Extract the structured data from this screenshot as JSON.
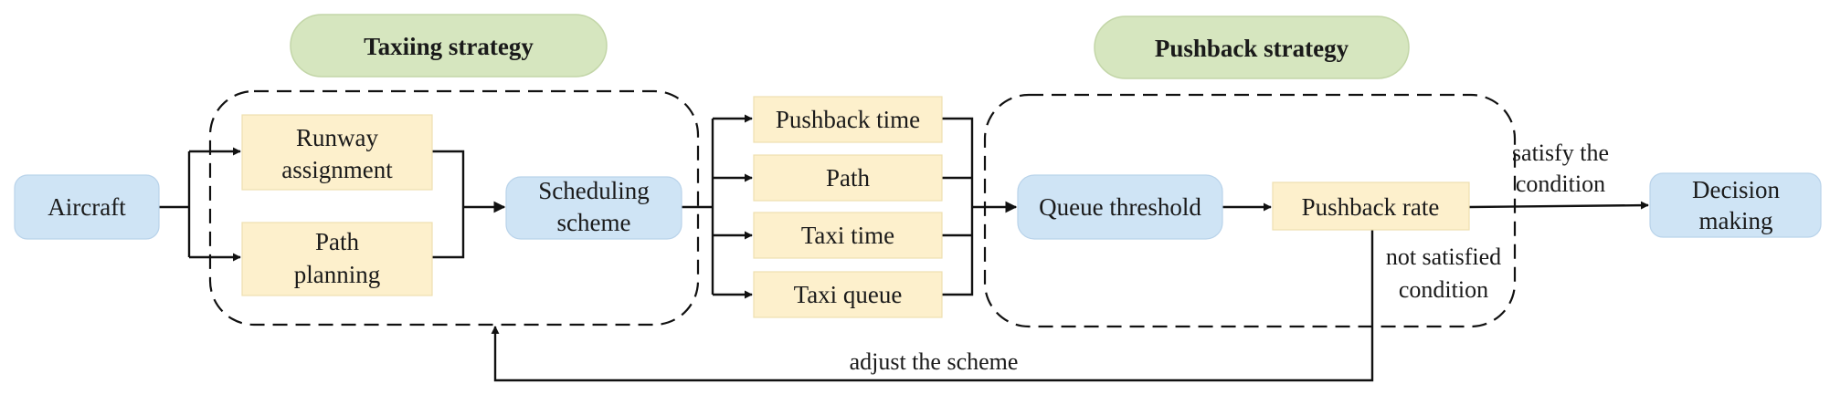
{
  "colors": {
    "blue_node": "#cfe4f5",
    "yellow_node": "#fdf0cc",
    "green_title": "#d6e6bf",
    "line": "#111111"
  },
  "groups": {
    "taxiing_title": "Taxiing strategy",
    "pushback_title": "Pushback strategy"
  },
  "nodes": {
    "aircraft": "Aircraft",
    "runway_assignment": [
      "Runway",
      "assignment"
    ],
    "path_planning": [
      "Path",
      "planning"
    ],
    "scheduling_scheme": [
      "Scheduling",
      "scheme"
    ],
    "pushback_time": "Pushback time",
    "path": "Path",
    "taxi_time": "Taxi time",
    "taxi_queue": "Taxi queue",
    "queue_threshold": "Queue threshold",
    "pushback_rate": "Pushback rate",
    "decision_making": [
      "Decision",
      "making"
    ]
  },
  "edges": {
    "satisfy": [
      "satisfy the",
      "condition"
    ],
    "not_satisfied": [
      "not satisfied",
      "condition"
    ],
    "adjust": "adjust the scheme"
  }
}
